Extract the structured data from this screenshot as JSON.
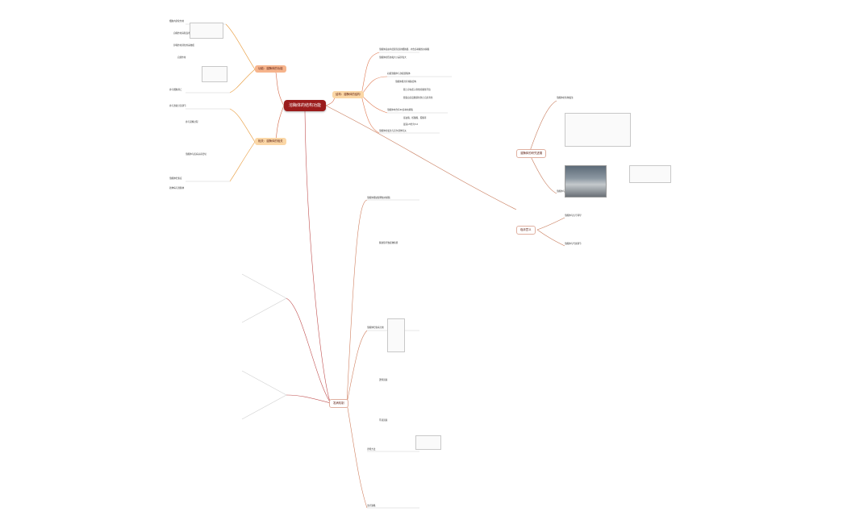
{
  "central_title": "溶酶体的结构功能",
  "branches": {
    "right_top": "结构：溶酶体的结构",
    "left_top1": "功能：溶酶体的功能",
    "left_top2": "相关：溶酶体的相关",
    "bottom": "发病机制",
    "far_right": "溶酶体的研究进展",
    "far_right2": "临床意义"
  },
  "nodes_right_top": [
    "溶酶体是由单层膜包围的细胞器，内含多种酸性水解酶",
    "溶酶体的形态和大小差异较大",
    "初级溶酶体与次级溶酶体",
    "溶酶体膜具有特殊结构",
    "膜上存在质子泵维持酸性环境",
    "膜蛋白高度糖基化防止自身消化",
    "溶酶体内含有60多种水解酶",
    "蛋白酶、核酸酶、脂酶等",
    "最适pH约为5.0",
    "溶酶体的发生与高尔基体有关"
  ],
  "nodes_left": [
    "细胞内消化作用",
    "自噬作用清除衰老细胞器",
    "异噬作用消化外来物质",
    "自溶作用",
    "参与细胞凋亡",
    "参与激素分泌调节",
    "参与受精过程",
    "溶酶体与疾病关系密切",
    "溶酶体贮积症",
    "硅肺病与溶酶体"
  ],
  "nodes_bottom": [
    "溶酶体膜破裂释放水解酶",
    "酶缺陷导致底物积累",
    "溶酶体贮积病分类",
    "遗传因素",
    "环境因素",
    "诊断方法",
    "治疗策略"
  ],
  "nodes_far_right": [
    "溶酶体的生物发生",
    "溶酶体与自噬",
    "溶酶体与信号转导",
    "溶酶体与代谢调节"
  ]
}
